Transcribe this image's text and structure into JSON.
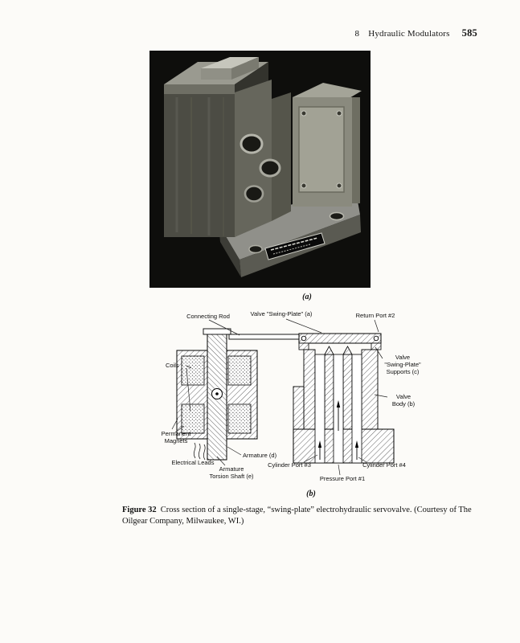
{
  "page": {
    "header": {
      "chapter_number": "8",
      "chapter_title": "Hydraulic Modulators",
      "page_number": "585"
    },
    "photo": {
      "sub_label": "(a)"
    },
    "diagram": {
      "sub_label": "(b)",
      "labels": {
        "connecting_rod": "Connecting Rod",
        "valve_swing_plate": "Valve \"Swing-Plate\" (a)",
        "return_port_2": "Return Port #2",
        "coils": "Coils",
        "swing_plate_supports": "Valve\n\"Swing-Plate\"\nSupports (c)",
        "valve_body": "Valve\nBody (b)",
        "permanent_magnets": "Permanent\nMagnets",
        "electrical_leads": "Electrical Leads",
        "armature": "Armature (d)",
        "armature_torsion_shaft": "Armature\nTorsion Shaft (e)",
        "cylinder_port_3": "Cylinder Port #3",
        "pressure_port_1": "Pressure Port #1",
        "cylinder_port_4": "Cylinder Port #4"
      }
    },
    "caption": {
      "figure_label": "Figure 32",
      "text": "Cross section of a single-stage, “swing-plate” electrohydraulic servovalve. (Courtesy of The Oilgear Company, Milwaukee, WI.)"
    }
  }
}
